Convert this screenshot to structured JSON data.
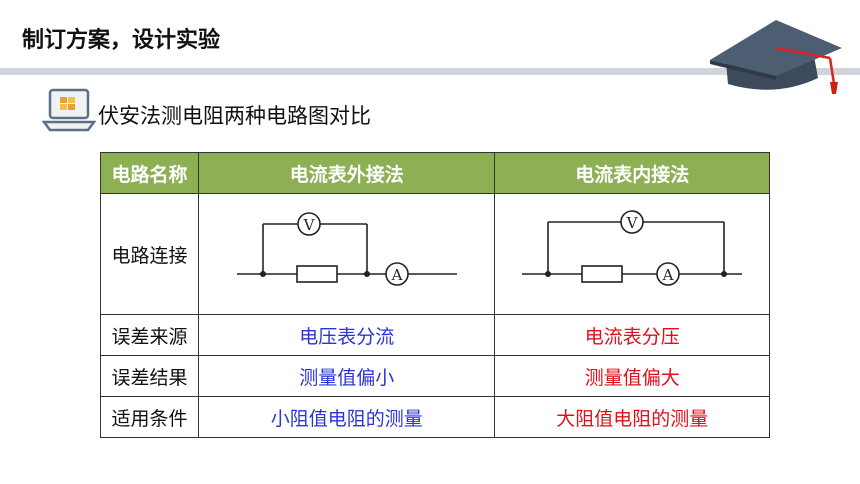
{
  "page_title": "制订方案，设计实验",
  "subtitle": "伏安法测电阻两种电路图对比",
  "table": {
    "headers": [
      "电路名称",
      "电流表外接法",
      "电流表内接法"
    ],
    "row_circuit_label": "电路连接",
    "meter_labels": {
      "voltmeter": "V",
      "ammeter": "A"
    },
    "rows": [
      {
        "label": "误差来源",
        "external": "电压表分流",
        "internal": "电流表分压"
      },
      {
        "label": "误差结果",
        "external": "测量值偏小",
        "internal": "测量值偏大"
      },
      {
        "label": "适用条件",
        "external": "小阻值电阻的测量",
        "internal": "大阻值电阻的测量"
      }
    ]
  },
  "colors": {
    "header_bg": "#8db055",
    "external_text": "#2b34d8",
    "internal_text": "#e0101a"
  },
  "icons": [
    "graduation-cap-icon",
    "laptop-icon"
  ]
}
